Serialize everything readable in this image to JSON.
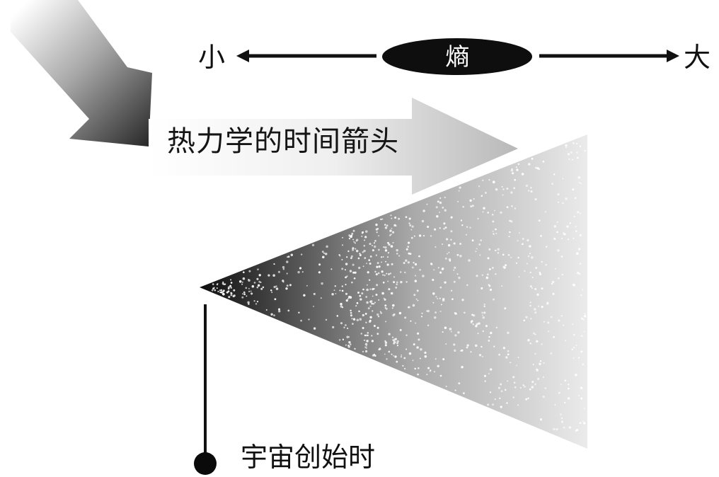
{
  "entropy_scale": {
    "low_label": "小",
    "center_label": "熵",
    "high_label": "大"
  },
  "time_arrow": {
    "label": "热力学的时间箭头"
  },
  "universe_origin": {
    "label": "宇宙创始时"
  },
  "colors": {
    "ink": "#111111",
    "cone_dark": "#0d0d0d",
    "cone_light": "#ebebeb",
    "particle": "#ffffff",
    "arrow_dark": "#262626",
    "arrow_light": "#f2f2f2"
  },
  "icons": {
    "diagonal_arrow": "shaded-diagonal-arrow-icon",
    "time_arrow": "gradient-right-arrow-icon",
    "origin_marker": "filled-circle-icon"
  }
}
